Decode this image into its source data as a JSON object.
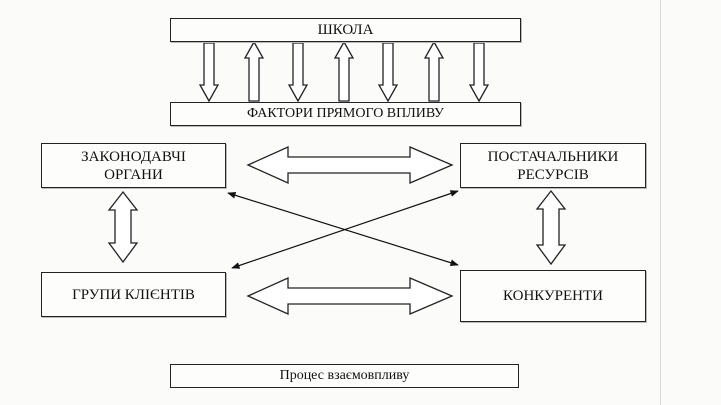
{
  "diagram": {
    "top": "ШКОЛА",
    "factors": "ФАКТОРИ ПРЯМОГО ВПЛИВУ",
    "legislators": "ЗАКОНОДАВЧІ\nОРГАНИ",
    "suppliers": "ПОСТАЧАЛЬНИКИ\nРЕСУРСІВ",
    "clients": "ГРУПИ КЛІЄНТІВ",
    "competitors": "КОНКУРЕНТИ",
    "caption": "Процес взаємовпливу"
  }
}
